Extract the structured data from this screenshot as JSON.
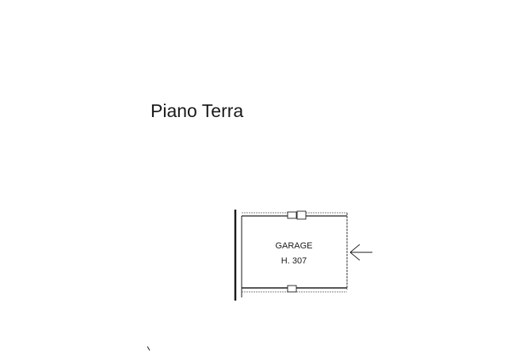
{
  "plan": {
    "title": "Piano Terra",
    "rooms": [
      {
        "name": "GARAGE",
        "height_label": "H. 307"
      }
    ],
    "entrance_arrow": "left-arrow",
    "colors": {
      "line": "#1a1a1a",
      "background": "#ffffff"
    }
  }
}
